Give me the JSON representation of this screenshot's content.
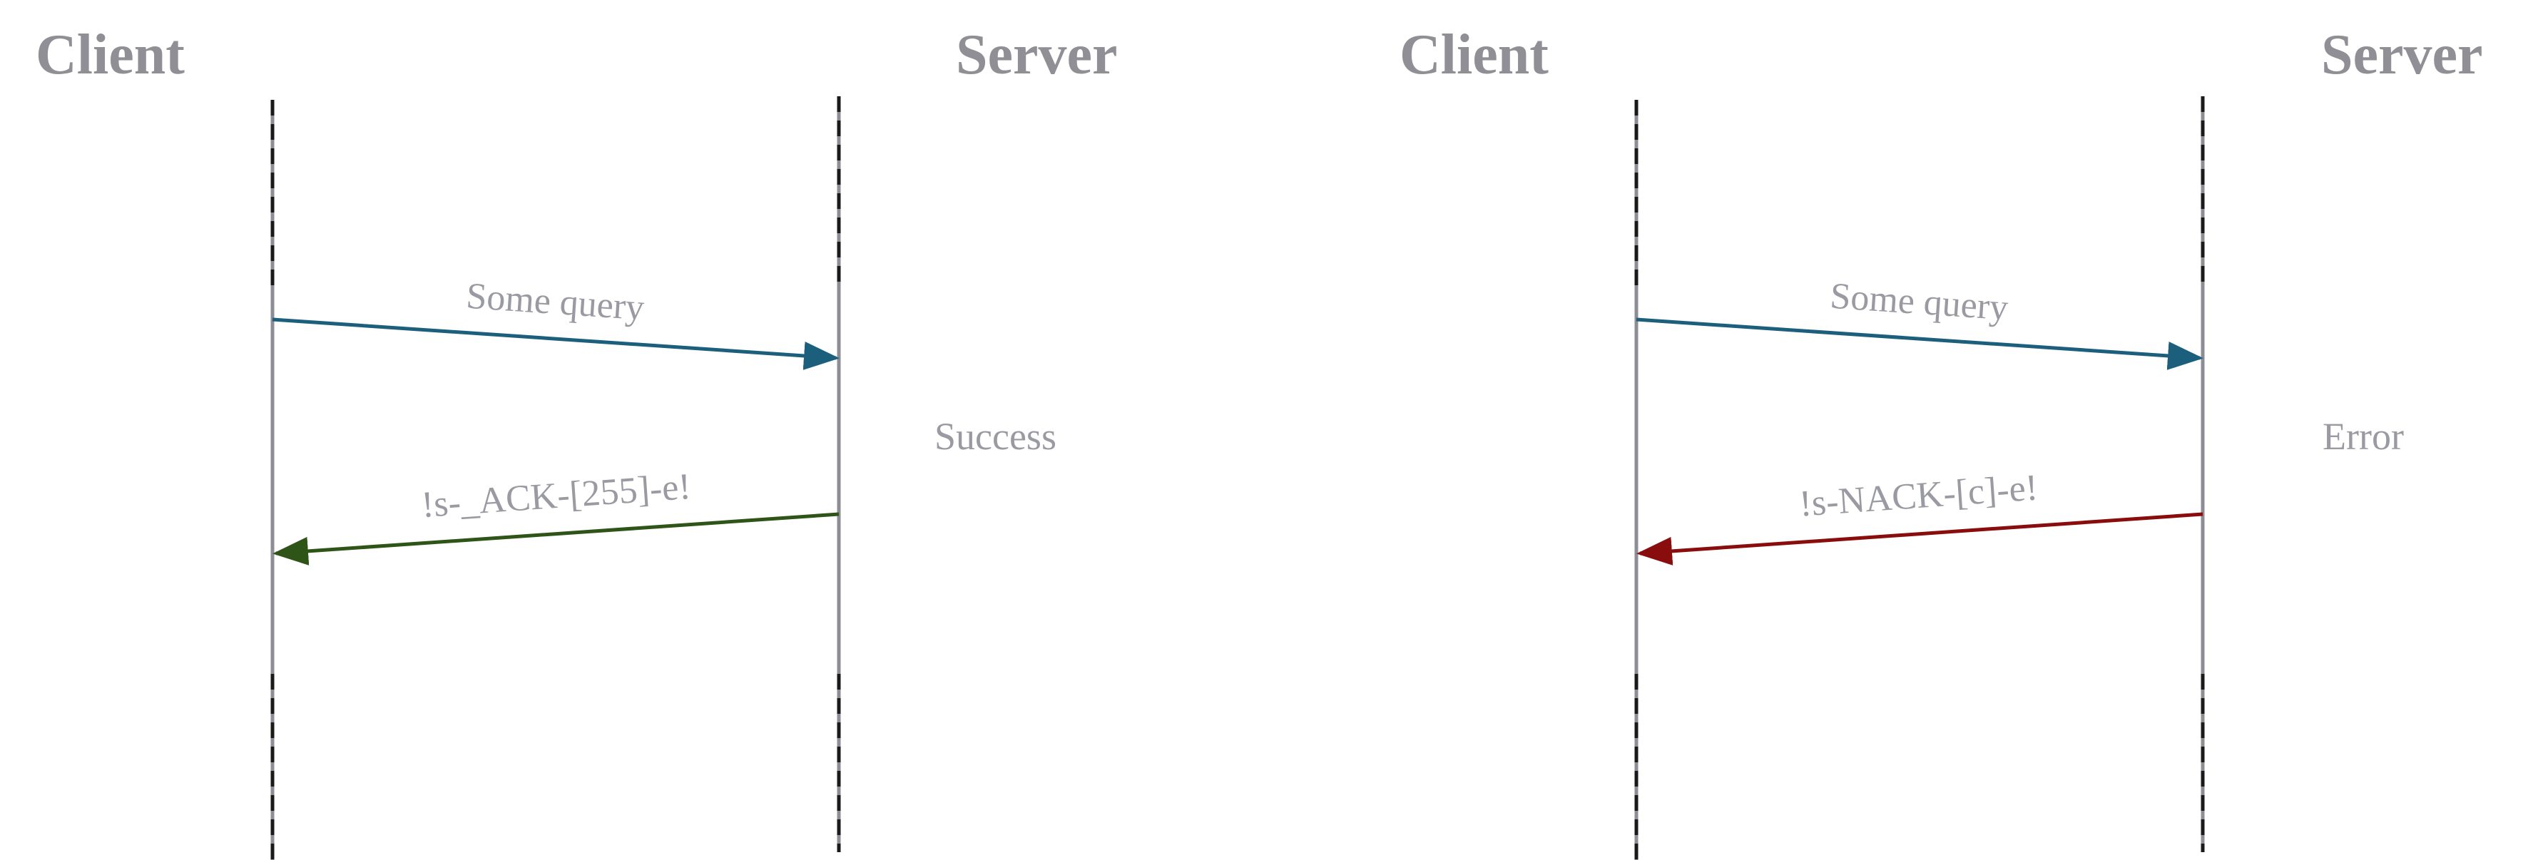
{
  "colors": {
    "background": "#ffffff",
    "label_gray": "#9a9aa2",
    "lifeline_gray": "#8d8d95",
    "dash_black": "#1a1a1a",
    "query_arrow": "#1b5f7d",
    "ack_arrow": "#2e5418",
    "nack_arrow": "#8a0d0d"
  },
  "icons": [
    "arrowhead-icon"
  ],
  "panels": [
    {
      "client_label": "Client",
      "server_label": "Server",
      "request_label": "Some query",
      "response_label": "!s-_ACK-[255]-e!",
      "outcome_label": "Success",
      "response_color": "#2e5418"
    },
    {
      "client_label": "Client",
      "server_label": "Server",
      "request_label": "Some query",
      "response_label": "!s-NACK-[c]-e!",
      "outcome_label": "Error",
      "response_color": "#8a0d0d"
    }
  ]
}
